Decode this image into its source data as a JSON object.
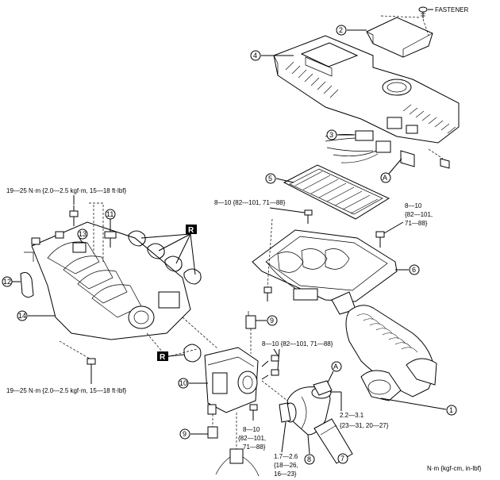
{
  "labels": {
    "fastener": "FASTENER",
    "unit_legend": "N·m {kgf-cm, in-lbf}",
    "r_mark": "R"
  },
  "torques": {
    "top_left": "19—25 N·m {2.0—2.5 kgf·m, 15—18 ft·lbf}",
    "bottom_left": "19—25 N·m {2.0—2.5 kgf·m, 15—18 ft·lbf}",
    "upper_middle": "8—10 {82—101, 71—88}",
    "right_l1": "8—10",
    "right_l2": "{82—101,",
    "right_l3": "71—88}",
    "throttle_upper": "8—10 {82—101, 71—88}",
    "throttle_lower_l1": "8—10",
    "throttle_lower_l2": "{82—101,",
    "throttle_lower_l3": "71—88}",
    "clamp_l1": "1.7—2.6",
    "clamp_l2": "{18—26,",
    "clamp_l3": "16—23}",
    "clamp_right_l1": "2.2—3.1",
    "clamp_right_l2": "{23—31, 20—27}"
  },
  "callouts": {
    "c1": "1",
    "c2": "2",
    "c3": "3",
    "c4": "4",
    "c5": "5",
    "c6": "6",
    "c7": "7",
    "c8": "8",
    "c9a": "9",
    "c9b": "9",
    "c10": "10",
    "c11": "11",
    "c12": "12",
    "c13": "13",
    "c14": "14",
    "ref_a_top": "A",
    "ref_a_bottom": "A"
  }
}
